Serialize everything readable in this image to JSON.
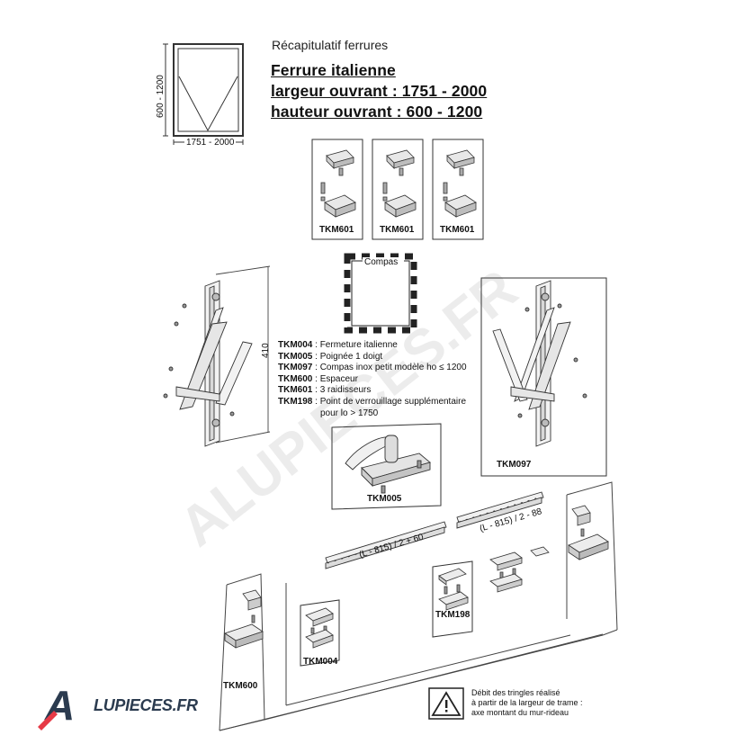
{
  "header": {
    "subtitle": "Récapitulatif ferrures",
    "title_line1": "Ferrure italienne",
    "title_line2": "largeur ouvrant : 1751 - 2000",
    "title_line3": "hauteur ouvrant : 600 - 1200"
  },
  "frame_diagram": {
    "height_label": "600 - 1200",
    "width_label": "1751 - 2000"
  },
  "parts": {
    "tkm601_1": "TKM601",
    "tkm601_2": "TKM601",
    "tkm601_3": "TKM601",
    "compas_label": "Compas",
    "dimension_410": "410",
    "tkm097": "TKM097",
    "tkm005": "TKM005",
    "tkm198": "TKM198",
    "tkm004": "TKM004",
    "tkm600": "TKM600",
    "rod_formula_1": "(L - 815) / 2 + 60",
    "rod_formula_2": "(L - 815) / 2 - 88"
  },
  "legend": [
    {
      "code": "TKM004",
      "text": " : Fermeture italienne"
    },
    {
      "code": "TKM005",
      "text": " : Poignée 1 doigt"
    },
    {
      "code": "TKM097",
      "text": " : Compas inox petit modèle ho ≤ 1200"
    },
    {
      "code": "TKM600",
      "text": " : Espaceur"
    },
    {
      "code": "TKM601",
      "text": " : 3 raidisseurs"
    },
    {
      "code": "TKM198",
      "text": " : Point de verrouillage supplémentaire"
    }
  ],
  "legend_continuation": "pour lo > 1750",
  "note": {
    "line1": "Débit des tringles réalisé",
    "line2": "à partir de la largeur de trame :",
    "line3": "axe montant du mur-rideau"
  },
  "watermark": "ALUPIECES.FR",
  "logo": {
    "letter": "A",
    "text": "LUPIECES.FR",
    "color": "#2b3b4f",
    "accent": "#e63946"
  }
}
